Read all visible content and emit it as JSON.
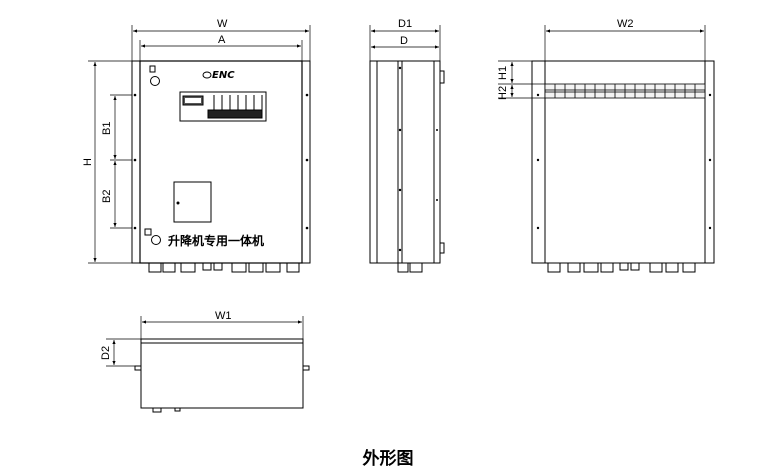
{
  "caption": "外形图",
  "panel_text": "升降机专用一体机",
  "logo_text": "ENC",
  "colors": {
    "line": "#000000",
    "gray": "#cfcfcf",
    "paper": "#ffffff"
  },
  "front_view": {
    "dims": {
      "width_outer": "W",
      "width_inner": "A",
      "height": "H",
      "b1": "B1",
      "b2": "B2"
    }
  },
  "side_view": {
    "dims": {
      "depth_outer": "D1",
      "depth_inner": "D"
    }
  },
  "back_view": {
    "dims": {
      "width": "W2",
      "h1": "H1",
      "h2": "H2"
    }
  },
  "bottom_view": {
    "dims": {
      "width": "W1",
      "depth": "D2"
    }
  }
}
